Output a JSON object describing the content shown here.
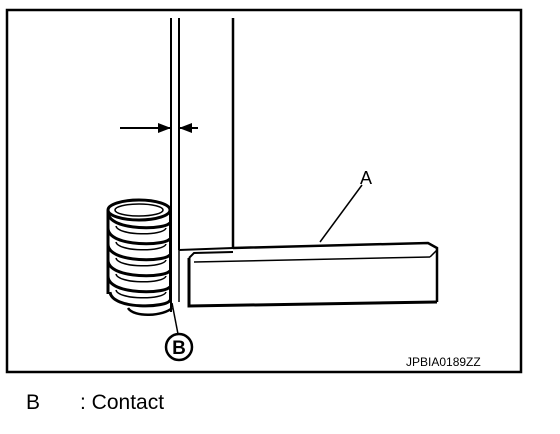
{
  "figure": {
    "label_a": "A",
    "label_b": "B",
    "figure_code": "JPBIA0189ZZ"
  },
  "legend": {
    "key": "B",
    "text": ": Contact"
  }
}
